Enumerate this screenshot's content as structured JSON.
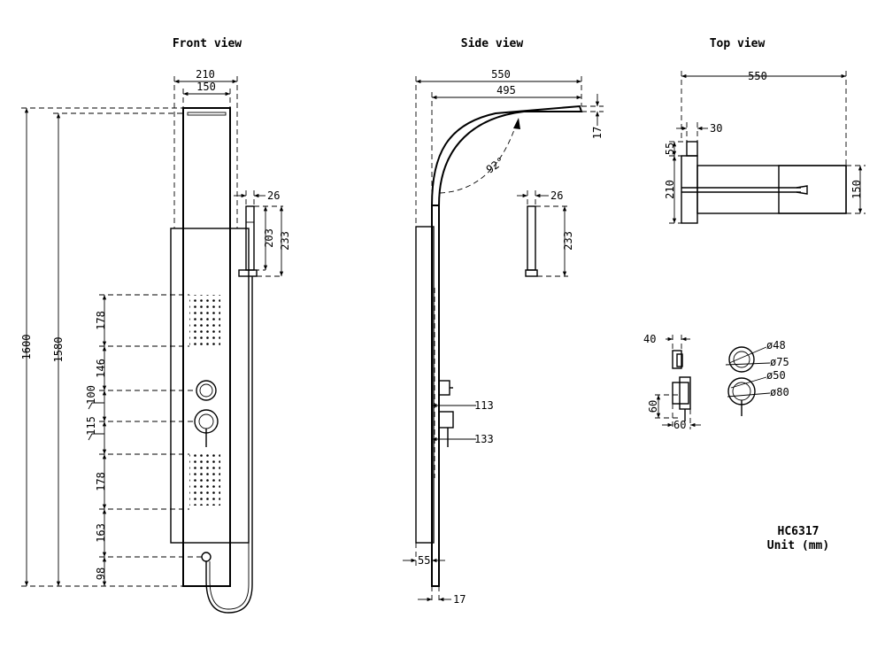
{
  "titles": {
    "front": "Front view",
    "side": "Side view",
    "top": "Top view"
  },
  "front": {
    "d210": "210",
    "d150": "150",
    "d26": "26",
    "d203": "203",
    "d233": "233",
    "d1600": "1600",
    "d1580": "1580",
    "d178a": "178",
    "d146": "146",
    "d100": "100",
    "d115": "115",
    "d178b": "178",
    "d163": "163",
    "d98": "98"
  },
  "side": {
    "d550": "550",
    "d495": "495",
    "d17top": "17",
    "d92": "92°",
    "d26": "26",
    "d233": "233",
    "d113": "113",
    "d133": "133",
    "d55": "55",
    "d17bot": "17"
  },
  "top": {
    "d550": "550",
    "d30": "30",
    "d55": "55",
    "d210": "210",
    "d150": "150"
  },
  "controls": {
    "d40": "40",
    "d60v": "60",
    "d60h": "60",
    "dia48": "ø48",
    "dia75": "ø75",
    "dia50": "ø50",
    "dia80": "ø80"
  },
  "model": {
    "code": "HC6317",
    "unit": "Unit (mm)"
  }
}
